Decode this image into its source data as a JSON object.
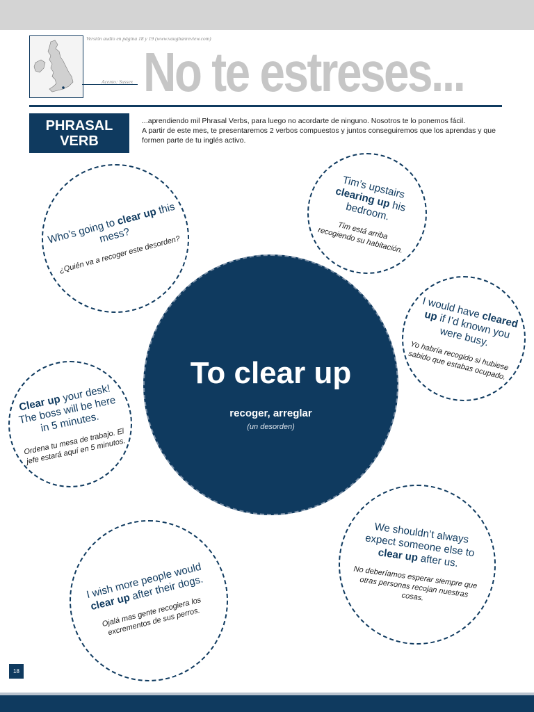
{
  "header": {
    "audio_note": "Versión audio en página 18 y 19 (www.vaughanreview.com)",
    "accent_note": "Acento: Sussex",
    "title": "No te estreses..."
  },
  "section": {
    "label_line1": "PHRASAL",
    "label_line2": "VERB",
    "intro_line1": "...aprendiendo mil Phrasal Verbs, para luego no acordarte de ninguno. Nosotros te lo ponemos fácil.",
    "intro_line2": "A partir de este mes, te presentaremos 2 verbos compuestos y juntos conseguiremos que los aprendas y que formen parte de tu inglés activo."
  },
  "center": {
    "title": "To clear up",
    "translation": "recoger, arreglar",
    "note": "(un desorden)"
  },
  "bubbles": [
    {
      "en_pre": "Who’s going to ",
      "en_bold": "clear up",
      "en_post": " this mess?",
      "es": "¿Quién va a recoger este desorden?"
    },
    {
      "en_pre": "Tim’s upstairs ",
      "en_bold": "clearing up",
      "en_post": " his bedroom.",
      "es": "Tim está arriba recogiendo su habitación."
    },
    {
      "en_pre": "I would have ",
      "en_bold": "cleared up",
      "en_post": " if I’d known you were busy.",
      "es": "Yo habría recogido si hubiese sabido que estabas ocupado."
    },
    {
      "en_pre": "",
      "en_bold": "Clear up",
      "en_post": " your desk! The boss will be here in 5 minutes.",
      "es": "Ordena tu mesa de trabajo. El jefe estará aquí en 5 minutos."
    },
    {
      "en_pre": "We shouldn’t always expect someone else to ",
      "en_bold": "clear up",
      "en_post": " after us.",
      "es": "No deberíamos esperar siempre que otras personas recojan nuestras cosas."
    },
    {
      "en_pre": "I wish more people would ",
      "en_bold": "clear up",
      "en_post": " after their dogs.",
      "es": "Ojalá mas gente recogiera los excrementos de sus perros."
    }
  ],
  "footer": {
    "page_number": "18"
  },
  "colors": {
    "brand_navy": "#0f3a5f",
    "title_grey": "#c6c6c6",
    "top_bar": "#d4d4d4"
  }
}
